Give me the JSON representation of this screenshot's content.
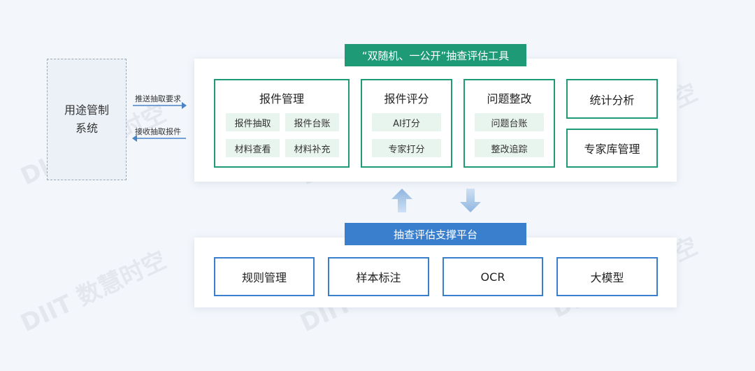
{
  "left_system": {
    "line1": "用途管制",
    "line2": "系统"
  },
  "arrows": {
    "push_label": "推送抽取要求",
    "receive_label": "接收抽取报件"
  },
  "top_tool": {
    "title": "“双随机、一公开”抽查评估工具",
    "modules": [
      {
        "title": "报件管理",
        "items": [
          "报件抽取",
          "报件台账",
          "材料查看",
          "材料补充"
        ]
      },
      {
        "title": "报件评分",
        "items": [
          "AI打分",
          "专家打分"
        ]
      },
      {
        "title": "问题整改",
        "items": [
          "问题台账",
          "整改追踪"
        ]
      }
    ],
    "side_modules": [
      "统计分析",
      "专家库管理"
    ]
  },
  "platform": {
    "title": "抽查评估支撑平台",
    "modules": [
      "规则管理",
      "样本标注",
      "OCR",
      "大模型"
    ]
  },
  "watermark": "DIIT 数慧时空",
  "colors": {
    "green": "#1f9a77",
    "blue": "#3a7fce",
    "chip_bg": "#e8f4ee"
  }
}
